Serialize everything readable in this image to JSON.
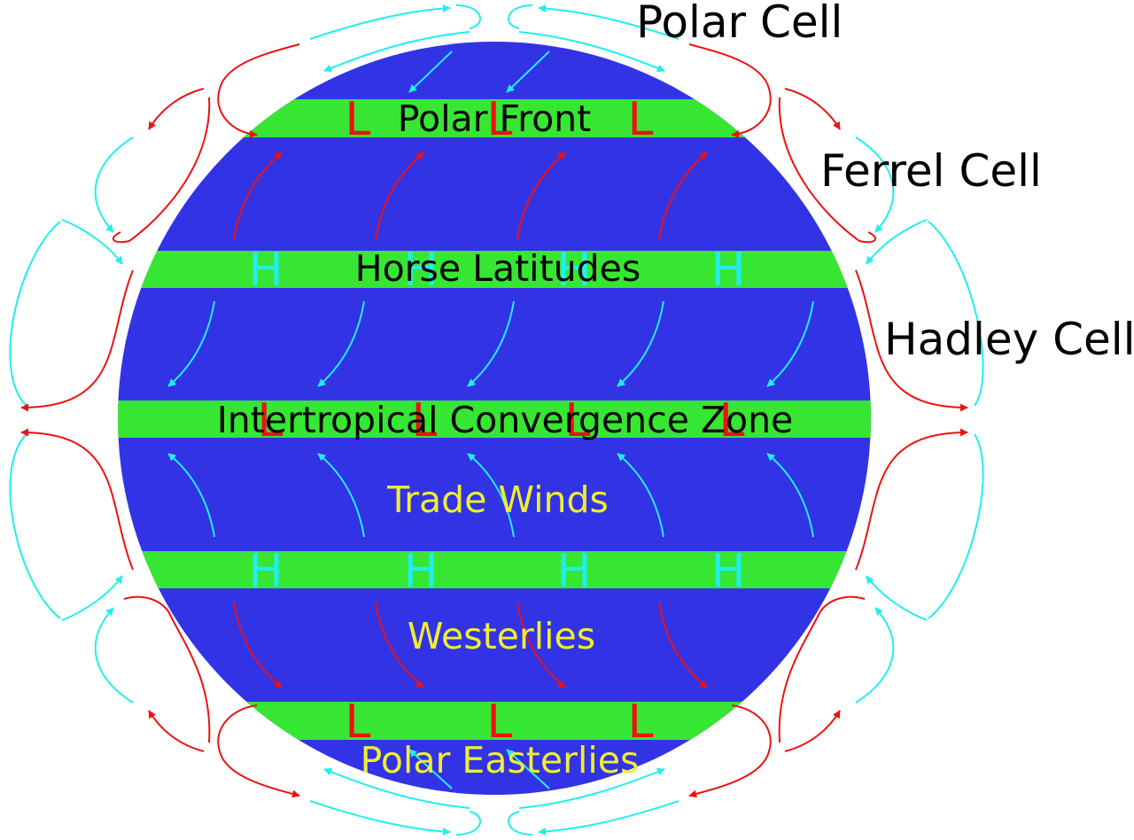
{
  "colors": {
    "ocean": "#3333e6",
    "band": "#37e633",
    "warm": "#ee1111",
    "cold": "#22eeee",
    "label_yellow": "#eeee33",
    "text": "#000000",
    "background": "#ffffff"
  },
  "cells": {
    "polar": "Polar Cell",
    "ferrel": "Ferrel Cell",
    "hadley": "Hadley Cell"
  },
  "bands": {
    "polar_front": "Polar Front",
    "horse_latitudes": "Horse Latitudes",
    "itcz": "Intertropical Convergence Zone"
  },
  "winds": {
    "trade": "Trade Winds",
    "westerlies": "Westerlies",
    "polar_easterlies": "Polar Easterlies"
  },
  "pressure": {
    "low": "L",
    "high": "H"
  }
}
